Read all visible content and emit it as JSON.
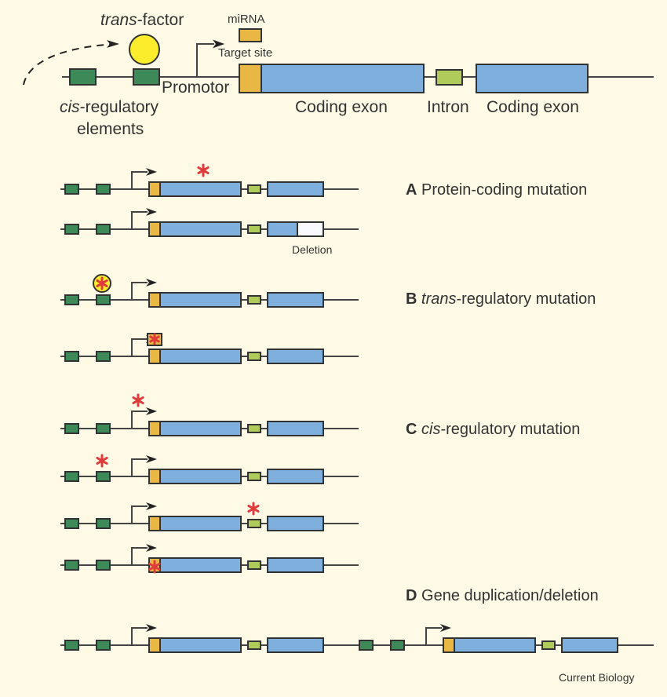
{
  "colors": {
    "background": "#fefae6",
    "cis_element": "#3d8a58",
    "target_site": "#e9b844",
    "coding_exon": "#7fb0dd",
    "intron": "#afcc5a",
    "trans_factor": "#fbed2c",
    "mutation_star": "#e03a3a",
    "deletion": "#f7f9fc",
    "line": "#444444"
  },
  "overview": {
    "trans_factor_italic": "trans",
    "trans_factor_rest": "-factor",
    "mirna": "miRNA",
    "target_site": "Target site",
    "promotor": "Promotor",
    "cis_italic": "cis",
    "cis_rest": "-regulatory",
    "cis_line2": "elements",
    "coding_exon_1": "Coding exon",
    "intron": "Intron",
    "coding_exon_2": "Coding exon"
  },
  "panels": {
    "a": {
      "letter": "A",
      "title": "Protein-coding mutation",
      "deletion_label": "Deletion"
    },
    "b": {
      "letter": "B",
      "title_italic": "trans",
      "title_rest": "-regulatory mutation"
    },
    "c": {
      "letter": "C",
      "title_italic": "cis",
      "title_rest": "-regulatory mutation"
    },
    "d": {
      "letter": "D",
      "title": "Gene duplication/deletion"
    }
  },
  "rows": [
    {
      "panel": "A",
      "mutation": "coding-exon-1"
    },
    {
      "panel": "A",
      "mutation": "exon-2-deletion"
    },
    {
      "panel": "B",
      "mutation": "trans-factor"
    },
    {
      "panel": "B",
      "mutation": "mirna"
    },
    {
      "panel": "C",
      "mutation": "promoter"
    },
    {
      "panel": "C",
      "mutation": "cis-element-2"
    },
    {
      "panel": "C",
      "mutation": "intron"
    },
    {
      "panel": "C",
      "mutation": "target-site"
    },
    {
      "panel": "D",
      "mutation": "duplication"
    }
  ],
  "credit": "Current Biology"
}
